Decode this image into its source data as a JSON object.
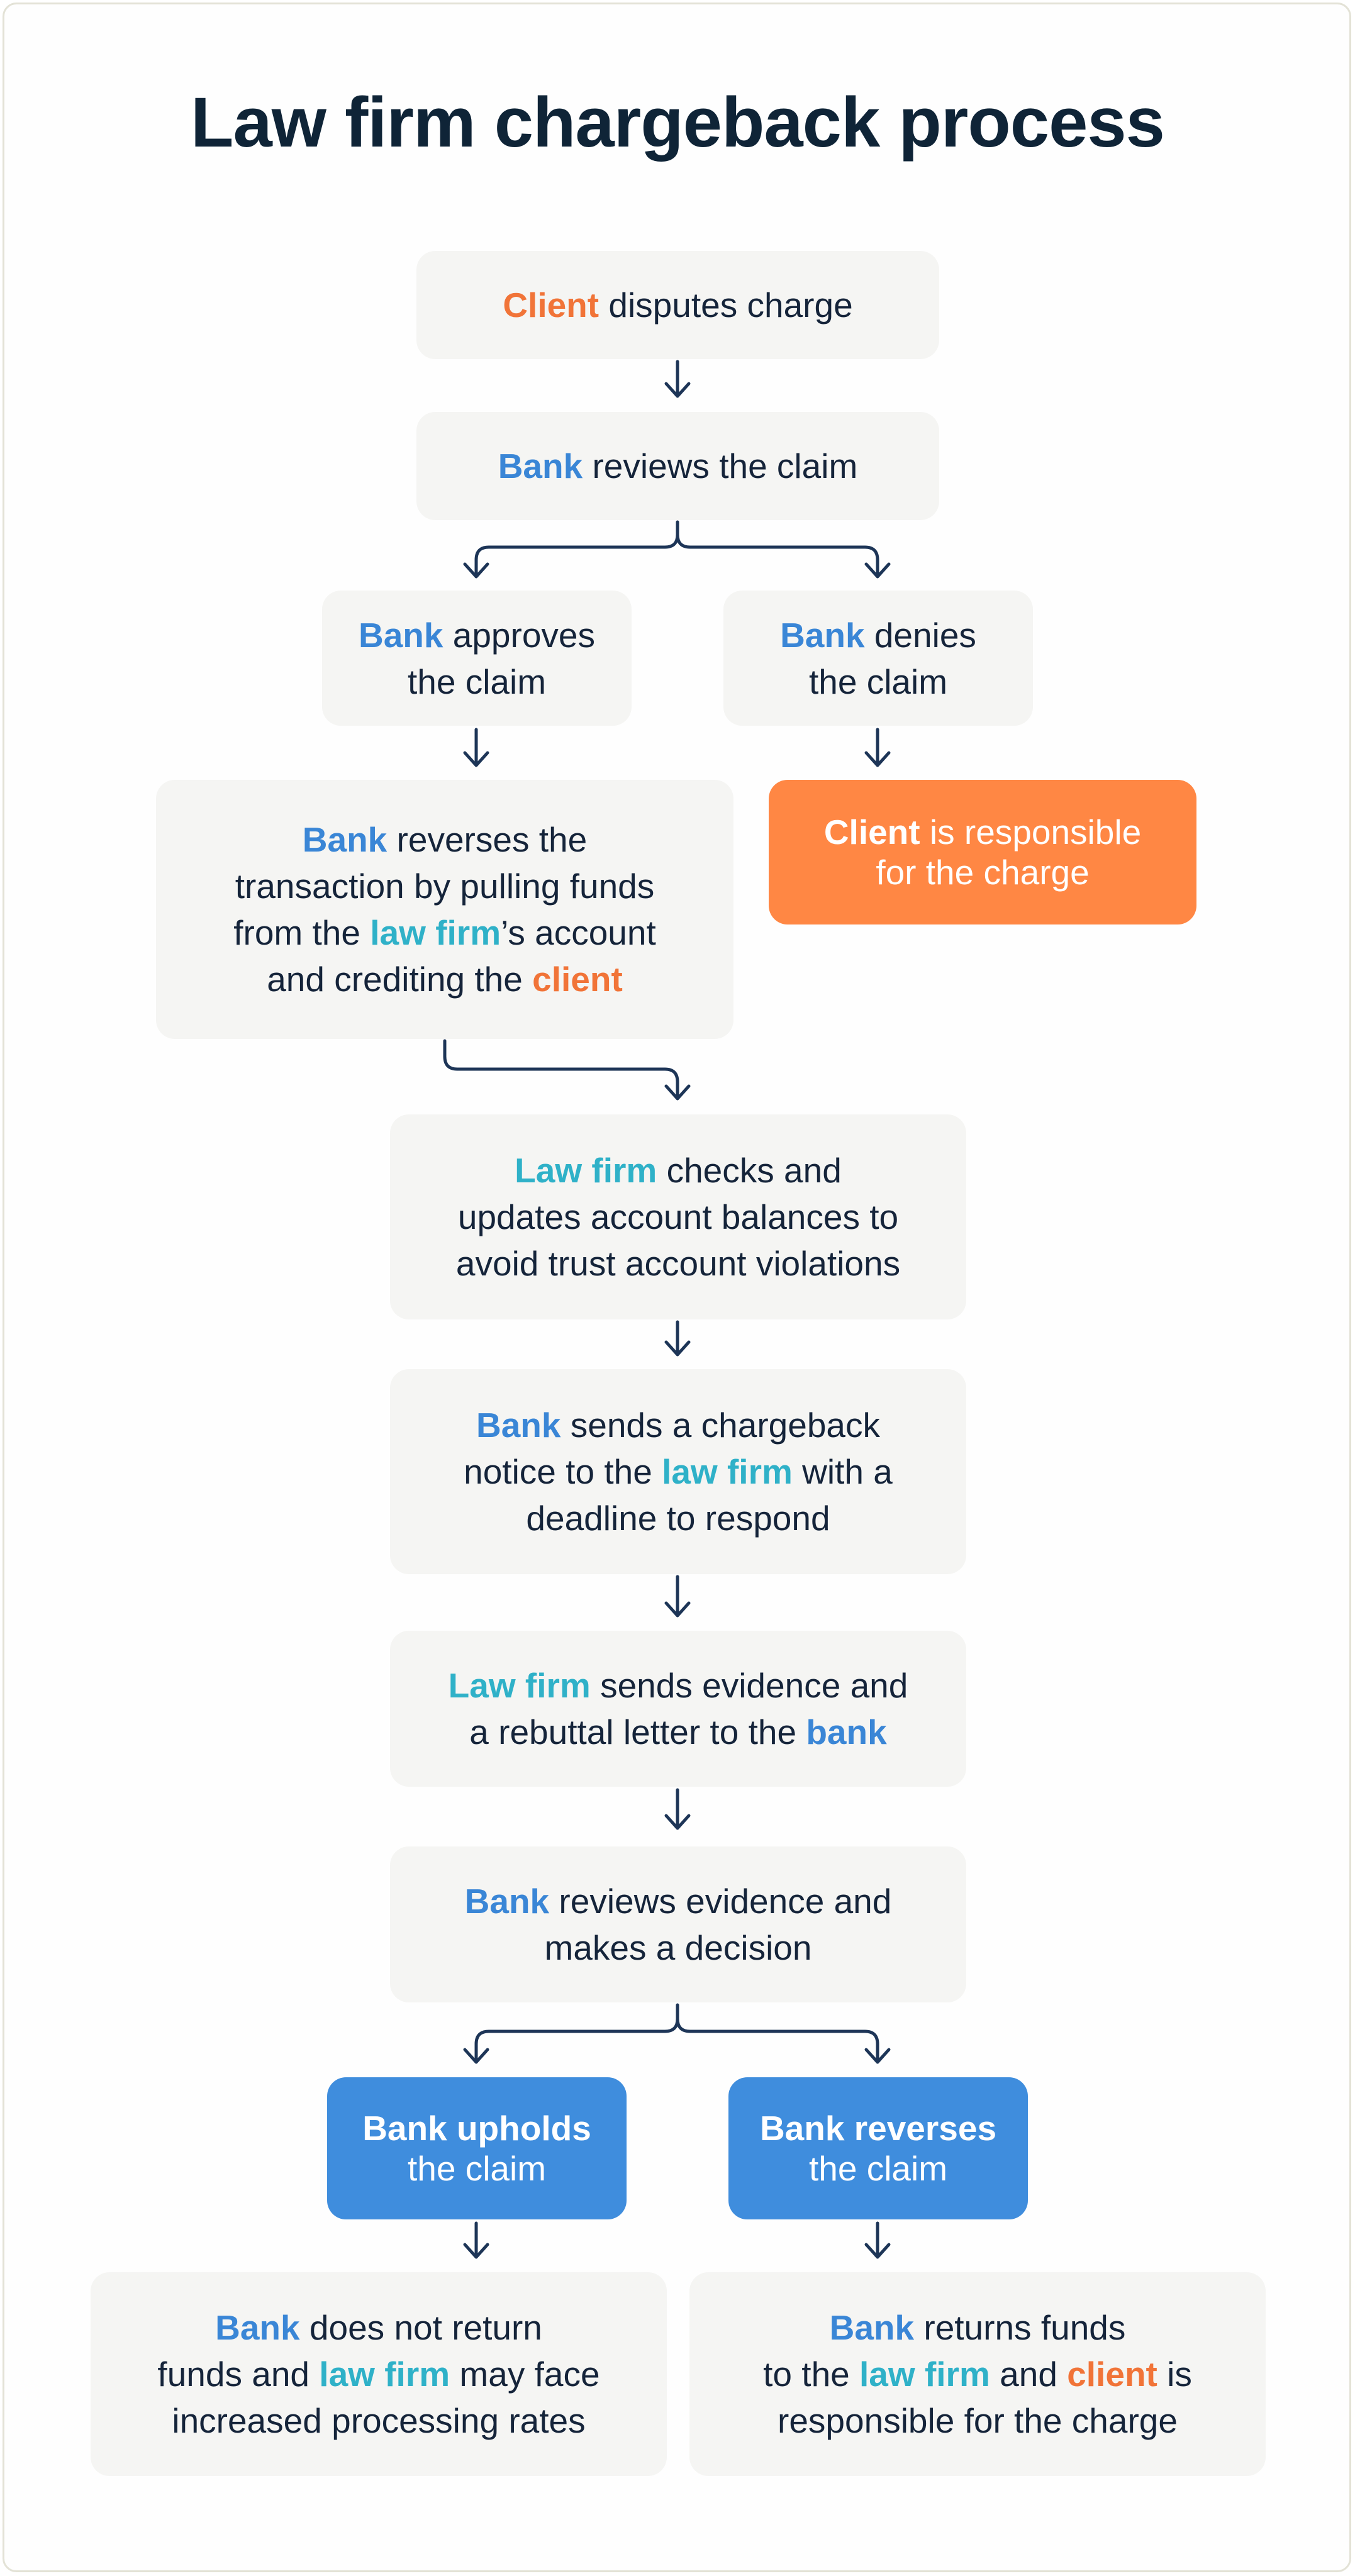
{
  "title": "Law firm chargeback process",
  "colors": {
    "bank": "#3a86d6",
    "law_firm": "#2fb1c8",
    "client": "#f17438",
    "box_bg": "#f5f5f3",
    "orange_box": "#ff8744",
    "blue_box": "#3f8ddd",
    "connector": "#1d3557",
    "text": "#15243a"
  },
  "nodes": {
    "client_disputes": [
      "Client",
      " disputes charge"
    ],
    "bank_reviews_claim": [
      "Bank",
      " reviews the claim"
    ],
    "bank_approves": {
      "l1": [
        "Bank",
        " approves"
      ],
      "l2": "the claim"
    },
    "bank_denies": {
      "l1": [
        "Bank",
        " denies"
      ],
      "l2": "the claim"
    },
    "client_responsible": {
      "l1": [
        "Client",
        " is responsible"
      ],
      "l2": "for the charge"
    },
    "bank_reverses_txn": {
      "l1": [
        "Bank",
        " reverses the"
      ],
      "l2": "transaction by pulling funds",
      "l3": [
        "from the ",
        "law firm",
        "’s account"
      ],
      "l4": [
        "and crediting the ",
        "client"
      ]
    },
    "law_firm_checks": {
      "l1": [
        "Law firm",
        " checks and"
      ],
      "l2": "updates account balances to",
      "l3": "avoid trust account violations"
    },
    "bank_sends_notice": {
      "l1": [
        "Bank",
        " sends a chargeback"
      ],
      "l2": [
        "notice to the ",
        "law firm",
        " with a"
      ],
      "l3": "deadline to respond"
    },
    "law_firm_evidence": {
      "l1": [
        "Law firm",
        " sends evidence and"
      ],
      "l2": [
        "a rebuttal letter to the ",
        "bank"
      ]
    },
    "bank_decision": {
      "l1": [
        "Bank",
        " reviews evidence and"
      ],
      "l2": "makes a decision"
    },
    "bank_upholds": {
      "l1": "Bank upholds",
      "l2": "the claim"
    },
    "bank_reverses_claim": {
      "l1": "Bank reverses",
      "l2": "the claim"
    },
    "outcome_upholds": {
      "l1": [
        "Bank",
        " does not return"
      ],
      "l2": [
        "funds and ",
        "law firm",
        " may face"
      ],
      "l3": "increased processing rates"
    },
    "outcome_reverses": {
      "l1": [
        "Bank",
        " returns funds"
      ],
      "l2": [
        "to the ",
        "law firm",
        " and ",
        "client",
        " is"
      ],
      "l3": "responsible for the charge"
    }
  }
}
